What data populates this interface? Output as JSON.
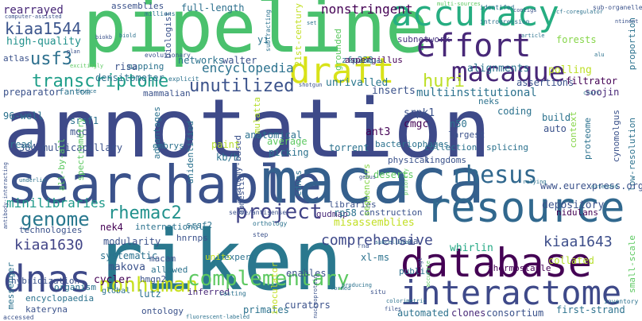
{
  "words": [
    {
      "text": "annotation",
      "color": "#3e4a89"
    },
    {
      "text": "riken",
      "color": "#2a788e"
    },
    {
      "text": "pipeline",
      "color": "#4ac16d"
    },
    {
      "text": "searchable",
      "color": "#3b528b"
    },
    {
      "text": "macaca",
      "color": "#35608d"
    },
    {
      "text": "database",
      "color": "#440154"
    },
    {
      "text": "resource",
      "color": "#31688e"
    },
    {
      "text": "interactome",
      "color": "#3e4989"
    },
    {
      "text": "dnas",
      "color": "#3e4989"
    },
    {
      "text": "accuracy",
      "color": "#26ad81"
    },
    {
      "text": "effort",
      "color": "#482878"
    },
    {
      "text": "draft",
      "color": "#d8e219"
    },
    {
      "text": "macaque",
      "color": "#482777"
    },
    {
      "text": "nonhuman",
      "color": "#c7e020"
    },
    {
      "text": "complementary",
      "color": "#5ec962"
    },
    {
      "text": "rhesus",
      "color": "#31688e"
    },
    {
      "text": "transcriptome",
      "color": "#1f9e89"
    },
    {
      "text": "genome",
      "color": "#29788e"
    },
    {
      "text": "project",
      "color": "#414487"
    },
    {
      "text": "rhemac2",
      "color": "#21918c"
    },
    {
      "text": "encyclopedia",
      "color": "#2c728e"
    },
    {
      "text": "unutilized",
      "color": "#3b528b"
    },
    {
      "text": "minilibraries",
      "color": "#1f9a8a"
    },
    {
      "text": "usf3",
      "color": "#2d708e"
    },
    {
      "text": "kiaa1544",
      "color": "#3a548c"
    },
    {
      "text": "huri",
      "color": "#bddf26"
    },
    {
      "text": "comprehensive",
      "color": "#3e4989"
    },
    {
      "text": "kiaa1630",
      "color": "#414487"
    },
    {
      "text": "kiaa1643",
      "color": "#3d4e8a"
    },
    {
      "text": "nonstringent",
      "color": "#440154"
    },
    {
      "text": "full-length",
      "color": "#2d708e"
    },
    {
      "text": "high-quality",
      "color": "#21918c"
    },
    {
      "text": "rearrayed",
      "color": "#482878"
    },
    {
      "text": "assemblies",
      "color": "#3b528b"
    },
    {
      "text": "whirlin",
      "color": "#22a884"
    },
    {
      "text": "misassemblies",
      "color": "#c2df23"
    },
    {
      "text": "alignments",
      "color": "#2c728e"
    },
    {
      "text": "multiinstitutional",
      "color": "#2c728e"
    },
    {
      "text": "inserts",
      "color": "#3b528b"
    },
    {
      "text": "unrivalled",
      "color": "#2a788e"
    },
    {
      "text": "depository",
      "color": "#3b528b"
    },
    {
      "text": "polling",
      "color": "#bddf26"
    },
    {
      "text": "filtrator",
      "color": "#440154"
    },
    {
      "text": "soojin",
      "color": "#482878"
    },
    {
      "text": "subnetwork",
      "color": "#46337e"
    },
    {
      "text": "forests",
      "color": "#86d549"
    },
    {
      "text": "proportion",
      "color": "#2c728e"
    },
    {
      "text": "assertions",
      "color": "#3b528b"
    },
    {
      "text": "neks",
      "color": "#2c728e"
    },
    {
      "text": "cynomolgus",
      "color": "#3b528b"
    },
    {
      "text": "low-resolution",
      "color": "#2c728e"
    },
    {
      "text": "www.eurexpress.org",
      "color": "#3b528b"
    },
    {
      "text": "small-scale",
      "color": "#5ec962"
    },
    {
      "text": "nidulans",
      "color": "#440154"
    },
    {
      "text": "srpk1",
      "color": "#3b528b"
    },
    {
      "text": "cmgc",
      "color": "#440154"
    },
    {
      "text": "n50",
      "color": "#2c728e"
    },
    {
      "text": "largest",
      "color": "#3b528b"
    },
    {
      "text": "coding",
      "color": "#2c728e"
    },
    {
      "text": "ant3",
      "color": "#440154"
    },
    {
      "text": "bacteriophages",
      "color": "#2c728e"
    },
    {
      "text": "deserts",
      "color": "#5ec962"
    },
    {
      "text": "libraries",
      "color": "#3b528b"
    },
    {
      "text": "construction",
      "color": "#3b528b"
    },
    {
      "text": "gudmap",
      "color": "#482878"
    },
    {
      "text": "nima",
      "color": "#3b528b"
    },
    {
      "text": "xl-ms",
      "color": "#2c728e"
    },
    {
      "text": "thermostable",
      "color": "#440154"
    },
    {
      "text": "collated",
      "color": "#b5de2b"
    },
    {
      "text": "first-strand",
      "color": "#2c728e"
    },
    {
      "text": "consortium",
      "color": "#3b528b"
    },
    {
      "text": "clones",
      "color": "#482878"
    },
    {
      "text": "automated",
      "color": "#2c728e"
    },
    {
      "text": "curators",
      "color": "#3b528b"
    },
    {
      "text": "primates",
      "color": "#2c728e"
    },
    {
      "text": "ontology",
      "color": "#3b528b"
    },
    {
      "text": "inferred",
      "color": "#482878"
    },
    {
      "text": "lutz",
      "color": "#2c728e"
    },
    {
      "text": "makova",
      "color": "#3b528b"
    },
    {
      "text": "cycler",
      "color": "#440154"
    },
    {
      "text": "hmgn2",
      "color": "#3b528b"
    },
    {
      "text": "systematic",
      "color": "#2c728e"
    },
    {
      "text": "macam",
      "color": "#3b528b"
    },
    {
      "text": "allowed",
      "color": "#2c728e"
    },
    {
      "text": "modularity",
      "color": "#3b528b"
    },
    {
      "text": "units",
      "color": "#c2df23"
    },
    {
      "text": "expert",
      "color": "#2c728e"
    },
    {
      "text": "nek4",
      "color": "#440154"
    },
    {
      "text": "international",
      "color": "#2c728e"
    },
    {
      "text": "hnrnps",
      "color": "#3b528b"
    },
    {
      "text": "srsf2",
      "color": "#2c728e"
    },
    {
      "text": "kateryna",
      "color": "#3b528b"
    },
    {
      "text": "encyclopaedia",
      "color": "#2c728e"
    },
    {
      "text": "hybridization",
      "color": "#3b528b"
    },
    {
      "text": "organism",
      "color": "#2c728e"
    },
    {
      "text": "messenger",
      "color": "#2c728e"
    },
    {
      "text": "technologies",
      "color": "#3b528b"
    },
    {
      "text": "384-multicapillary",
      "color": "#3b528b"
    },
    {
      "text": "embrys",
      "color": "#2c728e"
    },
    {
      "text": "advantages",
      "color": "#2c728e"
    },
    {
      "text": "read",
      "color": "#2c728e"
    },
    {
      "text": "mgc",
      "color": "#3b528b"
    },
    {
      "text": "srsf1",
      "color": "#2c728e"
    },
    {
      "text": "96-well",
      "color": "#2c728e"
    },
    {
      "text": "preparator",
      "color": "#3b528b"
    },
    {
      "text": "fantom",
      "color": "#2c728e"
    },
    {
      "text": "mammalian",
      "color": "#3b528b"
    },
    {
      "text": "densitometer",
      "color": "#2c728e"
    },
    {
      "text": "atlas",
      "color": "#3b528b"
    },
    {
      "text": "mapping",
      "color": "#2c728e"
    },
    {
      "text": "risa",
      "color": "#3b528b"
    },
    {
      "text": "networks",
      "color": "#2c728e"
    },
    {
      "text": "walter",
      "color": "#3b528b"
    },
    {
      "text": "zfp238",
      "color": "#2c728e"
    },
    {
      "text": "aspergillus",
      "color": "#440154"
    },
    {
      "text": "yi",
      "color": "#2c728e"
    },
    {
      "text": "biologist",
      "color": "#3b528b"
    },
    {
      "text": "anatomical",
      "color": "#2c728e"
    },
    {
      "text": "anatomy-based",
      "color": "#3b528b"
    },
    {
      "text": "average",
      "color": "#5ec962"
    },
    {
      "text": "picking",
      "color": "#2c728e"
    },
    {
      "text": "torrent",
      "color": "#2c728e"
    },
    {
      "text": "mulatta",
      "color": "#b5de2b"
    },
    {
      "text": "paint",
      "color": "#b5de2b"
    },
    {
      "text": "kb/h",
      "color": "#2c728e"
    },
    {
      "text": "cdnas",
      "color": "#2c728e"
    },
    {
      "text": "unidentified",
      "color": "#2c728e"
    },
    {
      "text": "spectrometry",
      "color": "#5ec962"
    },
    {
      "text": "all-by-all",
      "color": "#5ec962"
    },
    {
      "text": "rp58",
      "color": "#2c728e"
    },
    {
      "text": "sequencers",
      "color": "#86d549"
    },
    {
      "text": "21st-century",
      "color": "#c2df23"
    },
    {
      "text": "grounded",
      "color": "#5ec962"
    },
    {
      "text": "build",
      "color": "#2c728e"
    },
    {
      "text": "auto",
      "color": "#3b528b"
    },
    {
      "text": "proteome",
      "color": "#2c728e"
    },
    {
      "text": "context",
      "color": "#86d549"
    },
    {
      "text": "inoculator",
      "color": "#c2df23"
    },
    {
      "text": "enables",
      "color": "#3b528b"
    },
    {
      "text": "public",
      "color": "#2c728e"
    },
    {
      "text": "global",
      "color": "#2c728e"
    },
    {
      "text": "domestic",
      "color": "#3b528b"
    },
    {
      "text": "collection",
      "color": "#2c728e"
    },
    {
      "text": "kingdoms",
      "color": "#3b528b"
    },
    {
      "text": "splicing",
      "color": "#2c728e"
    },
    {
      "text": "physical",
      "color": "#3b528b"
    },
    {
      "text": "millions",
      "color": "#2c728e"
    },
    {
      "text": "subtracting",
      "color": "#2c728e"
    },
    {
      "text": "shotgun",
      "color": "#3b528b"
    },
    {
      "text": "explicit",
      "color": "#2c728e"
    },
    {
      "text": "evolutionary",
      "color": "#3b528b"
    },
    {
      "text": "computer-assisted",
      "color": "#3b528b"
    },
    {
      "text": "identifed",
      "color": "#2c728e"
    },
    {
      "text": "introgression",
      "color": "#2c728e"
    },
    {
      "text": "sub-organelle",
      "color": "#3b528b"
    },
    {
      "text": "ntinent",
      "color": "#3b528b"
    },
    {
      "text": "multi-sources",
      "color": "#5ec962"
    },
    {
      "text": "strategies",
      "color": "#2c728e"
    },
    {
      "text": "chart",
      "color": "#2c728e"
    },
    {
      "text": "article",
      "color": "#2c728e"
    },
    {
      "text": "relying",
      "color": "#2c728e"
    },
    {
      "text": "sense/antisense",
      "color": "#3b528b"
    },
    {
      "text": "orthology",
      "color": "#2c728e"
    },
    {
      "text": "step",
      "color": "#3b528b"
    },
    {
      "text": "mrf",
      "color": "#2c728e"
    },
    {
      "text": "casting",
      "color": "#2c728e"
    },
    {
      "text": "rna",
      "color": "#3b528b"
    },
    {
      "text": "subcellular",
      "color": "#2c728e"
    },
    {
      "text": "situ",
      "color": "#3b528b"
    },
    {
      "text": "colorimetric",
      "color": "#2c728e"
    },
    {
      "text": "files",
      "color": "#3b528b"
    },
    {
      "text": "inventory",
      "color": "#2c728e"
    },
    {
      "text": "fluorescent-labeled",
      "color": "#2c728e"
    },
    {
      "text": "accessed",
      "color": "#3b528b"
    },
    {
      "text": "formed",
      "color": "#2c728e"
    },
    {
      "text": "nucleoprotein",
      "color": "#3b528b"
    },
    {
      "text": "producing",
      "color": "#2c728e"
    },
    {
      "text": "accurate",
      "color": "#5ec962"
    },
    {
      "text": "ugt",
      "color": "#3b528b"
    },
    {
      "text": "extended",
      "color": "#2c728e"
    },
    {
      "text": "genus",
      "color": "#3b528b"
    },
    {
      "text": "priority",
      "color": "#5ec962"
    },
    {
      "text": "alu",
      "color": "#2c728e"
    },
    {
      "text": "cf-coregulator",
      "color": "#2c728e"
    },
    {
      "text": "contigs",
      "color": "#3b528b"
    },
    {
      "text": "biokb",
      "color": "#3b528b"
    },
    {
      "text": "device",
      "color": "#2c728e"
    },
    {
      "text": "underlie",
      "color": "#2c728e"
    },
    {
      "text": "plan",
      "color": "#3b528b"
    },
    {
      "text": "excitingly",
      "color": "#5ec962"
    },
    {
      "text": "antibody-interacting",
      "color": "#3b528b"
    },
    {
      "text": "set",
      "color": "#2c728e"
    },
    {
      "text": "biold",
      "color": "#2c728e"
    }
  ]
}
